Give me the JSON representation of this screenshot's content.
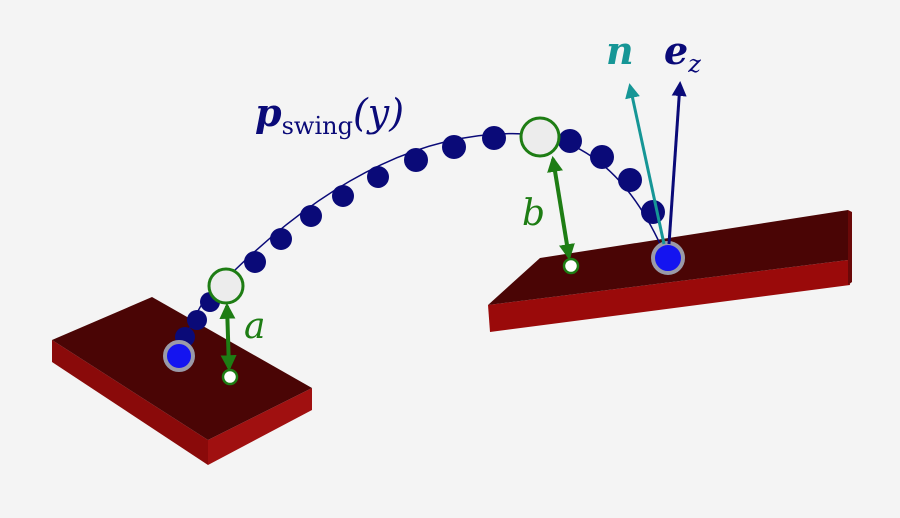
{
  "colors": {
    "background": "#f4f4f4",
    "trajectory": "#0a0a78",
    "foot_dot": "#1414f0",
    "foot_ring": "#9a9aa8",
    "marker": "#1e7d14",
    "normal": "#169696",
    "ez": "#0a0a78",
    "plate_top": "#4a0505",
    "plate_side": "#8a0a0a"
  },
  "labels": {
    "p": "p",
    "swing": "swing",
    "arg": "(y)",
    "a": "a",
    "b": "b",
    "n": "n",
    "e": "e",
    "z": "z"
  }
}
